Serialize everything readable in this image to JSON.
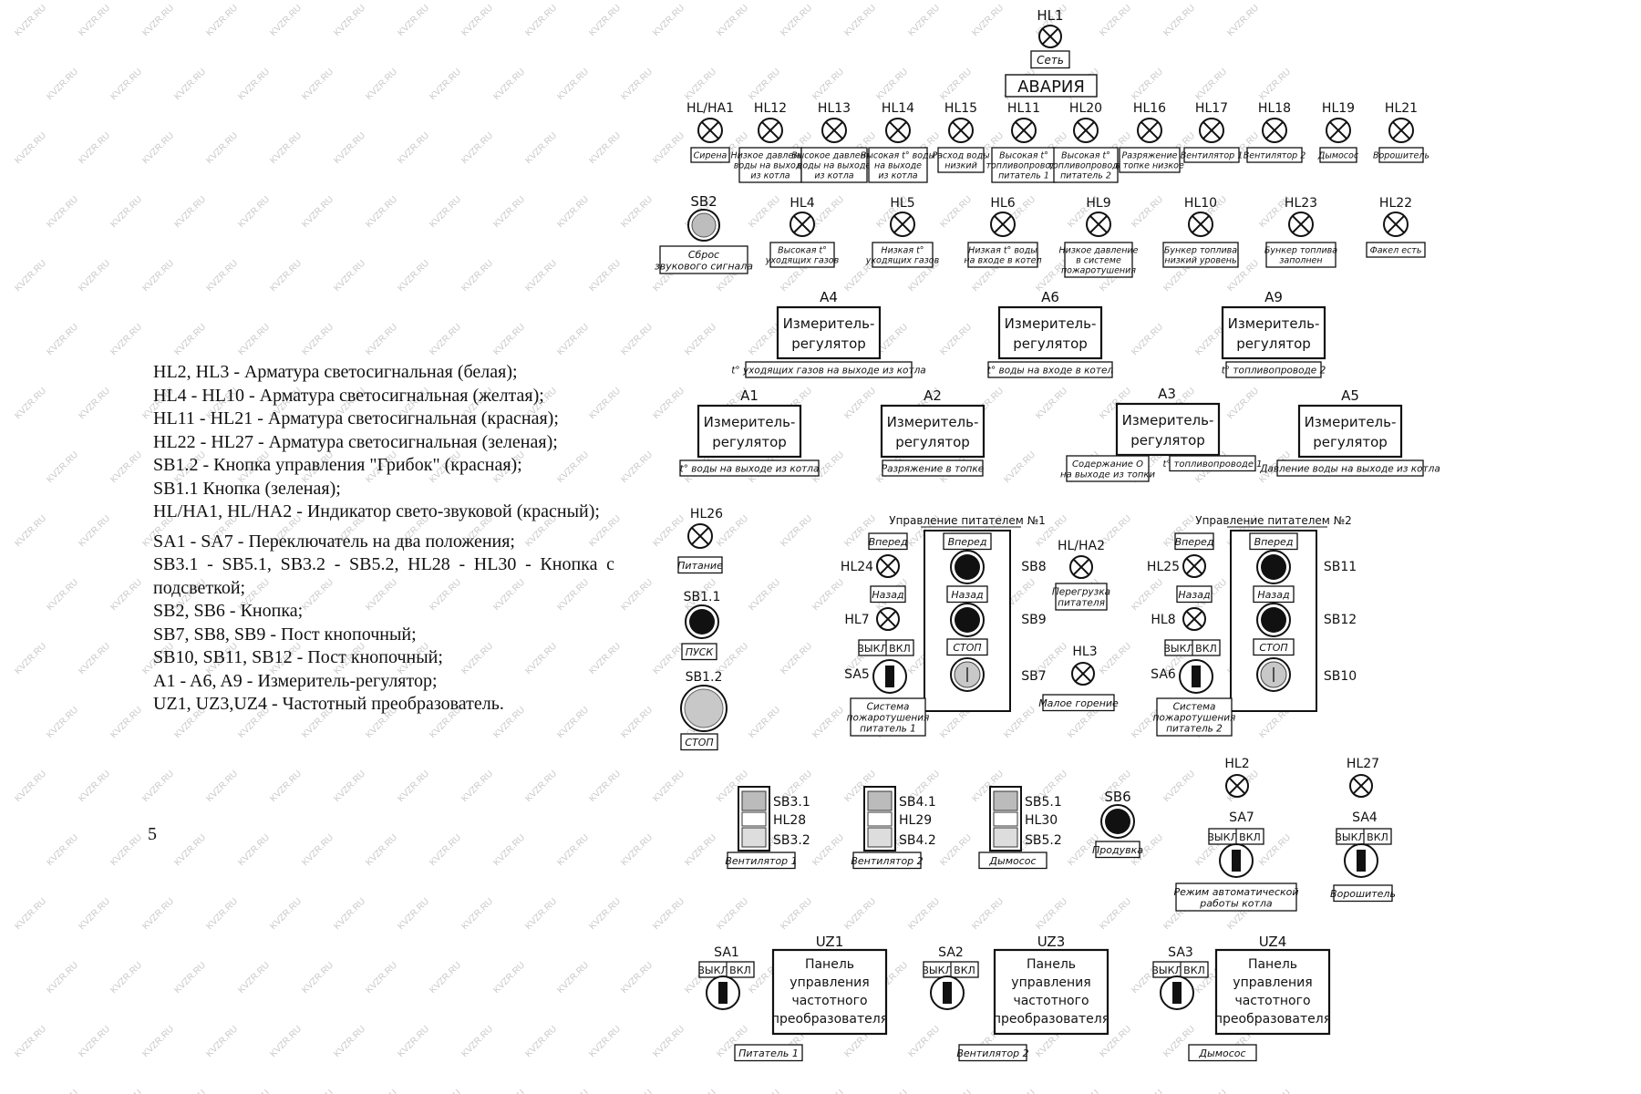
{
  "watermark": "KVZR.RU",
  "legend": [
    "HL2, HL3 - Арматура светосигнальная (белая);",
    "HL4 - HL10 - Арматура светосигнальная (желтая);",
    "HL11 - HL21 - Арматура светосигнальная (красная);",
    "HL22 - HL27 - Арматура светосигнальная (зеленая);",
    "SB1.2 - Кнопка управления \"Грибок\" (красная);",
    "SB1.1 Кнопка (зеленая);",
    "HL/HA1, HL/HA2 - Индикатор свето-звуковой (красный);",
    "SA1 - SA7 - Переключатель на два положения;",
    "SB3.1 - SB5.1, SB3.2 - SB5.2, HL28 - HL30 - Кнопка с подсветкой;",
    "SB2, SB6 - Кнопка;",
    "SB7, SB8, SB9 - Пост кнопочный;",
    "SB10, SB11, SB12 - Пост кнопочный;",
    "A1 - A6, A9 - Измеритель-регулятор;",
    "UZ1, UZ3,UZ4 - Частотный преобразователь."
  ],
  "page_number": "5",
  "top": {
    "hl1": "HL1",
    "set": "Сеть",
    "avaria": "АВАРИЯ"
  },
  "row1": [
    {
      "id": "HL/HA1",
      "label": [
        "Сирена"
      ]
    },
    {
      "id": "HL12",
      "label": [
        "Низкое давление",
        "воды на выходе",
        "из котла"
      ]
    },
    {
      "id": "HL13",
      "label": [
        "Высокое давление",
        "воды на выходе",
        "из котла"
      ]
    },
    {
      "id": "HL14",
      "label": [
        "Высокая t° воды",
        "на выходе",
        "из котла"
      ]
    },
    {
      "id": "HL15",
      "label": [
        "Расход воды",
        "низкий"
      ]
    },
    {
      "id": "HL11",
      "label": [
        "Высокая t°",
        "топливопровода",
        "питатель 1"
      ]
    },
    {
      "id": "HL20",
      "label": [
        "Высокая t°",
        "топливопровода",
        "питатель 2"
      ]
    },
    {
      "id": "HL16",
      "label": [
        "Разряжение",
        "в топке низкое"
      ]
    },
    {
      "id": "HL17",
      "label": [
        "Вентилятор 1"
      ]
    },
    {
      "id": "HL18",
      "label": [
        "Вентилятор 2"
      ]
    },
    {
      "id": "HL19",
      "label": [
        "Дымосос"
      ]
    },
    {
      "id": "HL21",
      "label": [
        "Ворошитель"
      ]
    }
  ],
  "row2": [
    {
      "id": "SB2",
      "label": [
        "Сброс",
        "звукового сигнала"
      ]
    },
    {
      "id": "HL4",
      "label": [
        "Высокая t°",
        "уходящих газов"
      ]
    },
    {
      "id": "HL5",
      "label": [
        "Низкая t°",
        "уходящих газов"
      ]
    },
    {
      "id": "HL6",
      "label": [
        "Низкая t° воды",
        "на входе в котел"
      ]
    },
    {
      "id": "HL9",
      "label": [
        "Низкое давление",
        "в системе",
        "пожаротушения"
      ]
    },
    {
      "id": "HL10",
      "label": [
        "Бункер топлива",
        "низкий уровень"
      ]
    },
    {
      "id": "HL23",
      "label": [
        "Бункер топлива",
        "заполнен"
      ]
    },
    {
      "id": "HL22",
      "label": [
        "Факел есть"
      ]
    }
  ],
  "meter_title": [
    "Измеритель-",
    "регулятор"
  ],
  "meters": [
    {
      "id": "A4",
      "label": [
        "t° уходящих газов на выходе из котла"
      ]
    },
    {
      "id": "A6",
      "label": [
        "t° воды на входе в котел"
      ]
    },
    {
      "id": "A9",
      "label": [
        "t° топливопроводе 2"
      ]
    },
    {
      "id": "A1",
      "label": [
        "t° воды на выходе из котла"
      ]
    },
    {
      "id": "A2",
      "label": [
        "Разряжение в топке"
      ]
    },
    {
      "id": "A3",
      "label": [
        "Содержание О",
        "на выходе из топки"
      ],
      "label2": [
        "t° топливопроводе 1"
      ]
    },
    {
      "id": "A5",
      "label": [
        "Давление воды на выходе из котла"
      ]
    }
  ],
  "left_controls": {
    "hl26": "HL26",
    "pitanie": "Питание",
    "sb11": "SB1.1",
    "pusk": "ПУСК",
    "sb12": "SB1.2",
    "stop": "СТОП"
  },
  "feeders": [
    {
      "title": "Управление питателем №1",
      "vpered": "Вперед",
      "nazad": "Назад",
      "stop": "СТОП",
      "vykl": "ВЫКЛ",
      "vkl": "ВКЛ",
      "hl_fwd": "HL24",
      "hl_back": "HL7",
      "sa": "SA5",
      "sb_fwd": "SB8",
      "sb_back": "SB9",
      "sb_stop": "SB7",
      "fire": [
        "Система",
        "пожаротушения",
        "питатель 1"
      ]
    },
    {
      "title": "Управление питателем №2",
      "vpered": "Вперед",
      "nazad": "Назад",
      "stop": "СТОП",
      "vykl": "ВЫКЛ",
      "vkl": "ВКЛ",
      "hl_fwd": "HL25",
      "hl_back": "HL8",
      "sa": "SA6",
      "sb_fwd": "SB11",
      "sb_back": "SB12",
      "sb_stop": "SB10",
      "fire": [
        "Система",
        "пожаротушения",
        "питатель 2"
      ]
    }
  ],
  "middle": {
    "hlha2": "HL/HA2",
    "peregruzka": [
      "Перегрузка",
      "питателя"
    ],
    "hl3": "HL3",
    "maloe": "Малое горение"
  },
  "fans": [
    {
      "sb1": "SB3.1",
      "hl": "HL28",
      "sb2": "SB3.2",
      "label": "Вентилятор 1"
    },
    {
      "sb1": "SB4.1",
      "hl": "HL29",
      "sb2": "SB4.2",
      "label": "Вентилятор 2"
    },
    {
      "sb1": "SB5.1",
      "hl": "HL30",
      "sb2": "SB5.2",
      "label": "Дымосос"
    }
  ],
  "sb6": {
    "id": "SB6",
    "label": "Продувка"
  },
  "sa7": {
    "hl": "HL2",
    "id": "SA7",
    "label": [
      "Режим автоматической",
      "работы котла"
    ]
  },
  "sa4": {
    "hl": "HL27",
    "id": "SA4",
    "label": "Ворошитель"
  },
  "switch": {
    "vykl": "ВЫКЛ",
    "vkl": "ВКЛ"
  },
  "uz": [
    {
      "sa": "SA1",
      "id": "UZ1",
      "label": "Питатель 1"
    },
    {
      "sa": "SA2",
      "id": "UZ3",
      "label": "Вентилятор 2"
    },
    {
      "sa": "SA3",
      "id": "UZ4",
      "label": "Дымосос"
    }
  ],
  "uz_text": [
    "Панель",
    "управления",
    "частотного",
    "преобразователя"
  ]
}
